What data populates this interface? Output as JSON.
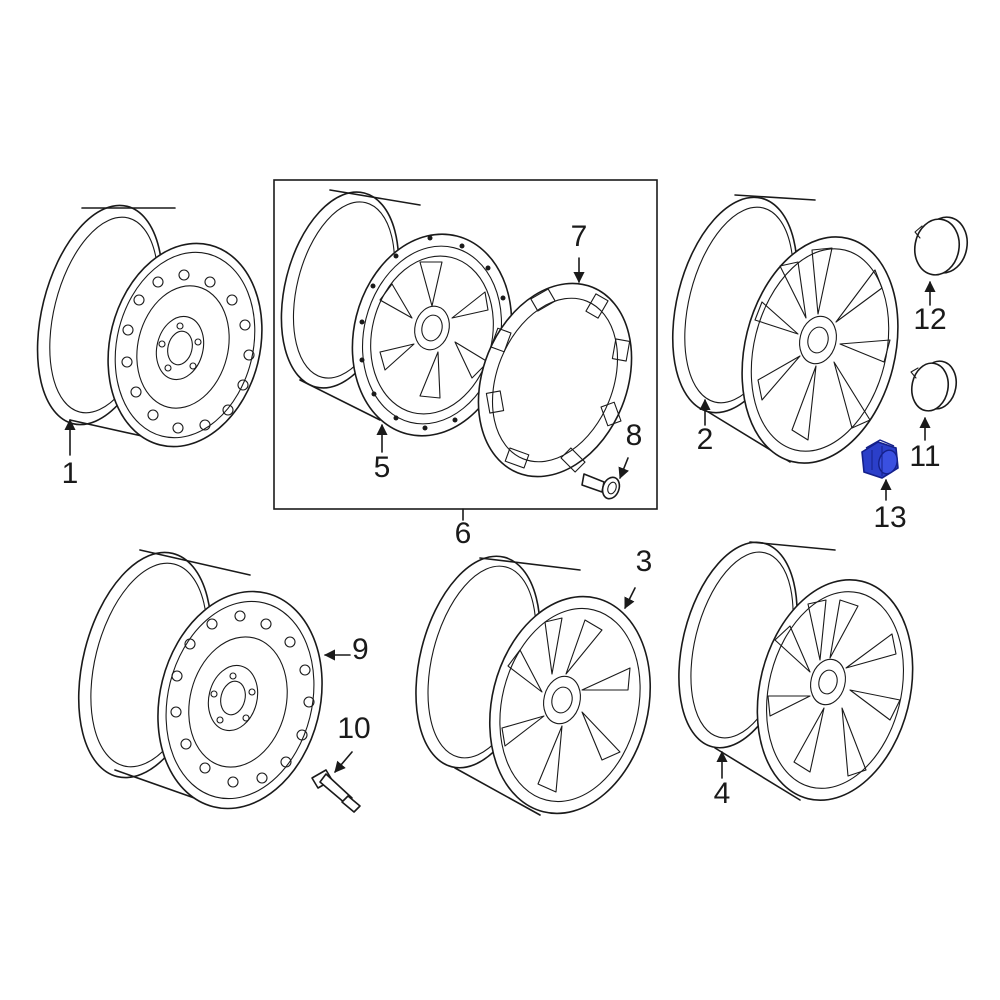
{
  "colors": {
    "line": "#1a1a1a",
    "background": "#ffffff",
    "highlight": "#2b3fc9",
    "highlight_dark": "#14208a"
  },
  "callouts": {
    "c1": "1",
    "c2": "2",
    "c3": "3",
    "c4": "4",
    "c5": "5",
    "c6": "6",
    "c7": "7",
    "c8": "8",
    "c9": "9",
    "c10": "10",
    "c11": "11",
    "c12": "12",
    "c13": "13"
  },
  "highlighted_part": "13"
}
